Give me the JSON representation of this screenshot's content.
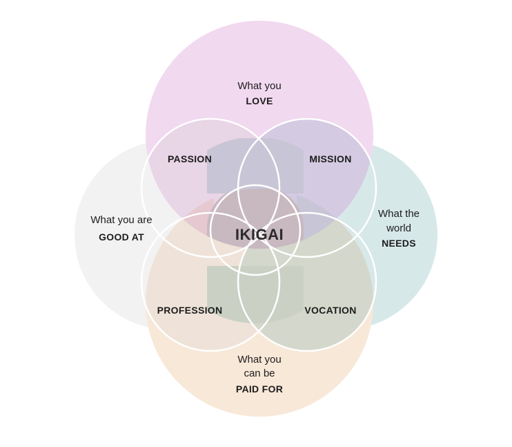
{
  "diagram": {
    "love": {
      "line1": "What you",
      "line2": "LOVE"
    },
    "good_at": {
      "line1": "What you are",
      "line2": "GOOD AT"
    },
    "world_needs": {
      "line1": "What the",
      "line2": "world",
      "line3": "NEEDS"
    },
    "paid_for": {
      "line1": "What you",
      "line2": "can be",
      "line3": "PAID FOR"
    },
    "passion": "PASSION",
    "mission": "MISSION",
    "profession": "PROFESSION",
    "vocation": "VOCATION",
    "center": "IKIGAI"
  },
  "colors": {
    "love": "#f1d9f0",
    "good_at": "#f2f2f2",
    "world_needs": "#d7e8e9",
    "paid_for": "#f8e8d8",
    "passion": "#e8d5e6",
    "mission": "#d4cbe2",
    "profession": "#efe3d9",
    "vocation": "#d4d7cb",
    "love_good_overlap": "#e6c8d0",
    "love_good_world_overlap": "#c8c5d6",
    "paid_good_world_overlap": "#cbd0c5",
    "center": "#c8b8c0"
  }
}
